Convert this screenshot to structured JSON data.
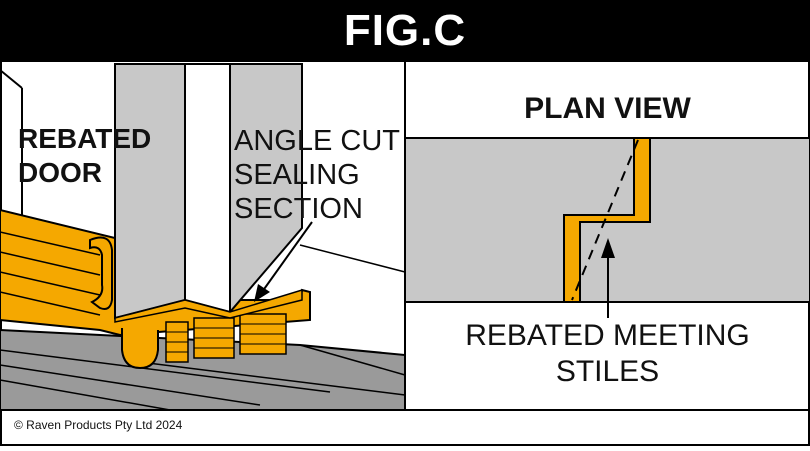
{
  "title": "FIG.C",
  "labels": {
    "rebated_door": [
      "REBATED",
      "DOOR"
    ],
    "angle_cut": [
      "ANGLE CUT",
      "SEALING",
      "SECTION"
    ],
    "plan_view": "PLAN VIEW",
    "rebated_meeting": [
      "REBATED MEETING",
      "STILES"
    ]
  },
  "copyright": "© Raven Products Pty Ltd 2024",
  "colors": {
    "yellow": "#F5A800",
    "dark_yellow": "#C98A00",
    "door_grey": "#C8C8C8",
    "floor_grey": "#9A9A9A",
    "plan_grey": "#C8C8C8",
    "black": "#000000"
  }
}
